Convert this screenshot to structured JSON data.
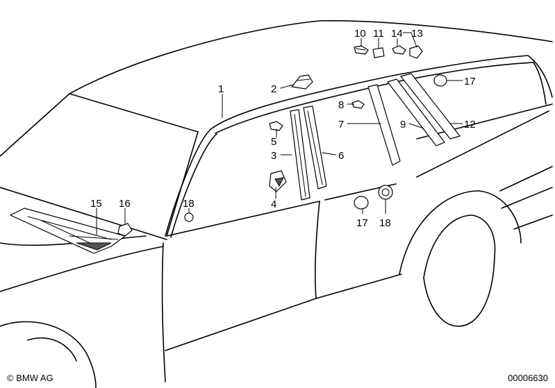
{
  "labels": {
    "l1": "1",
    "l2": "2",
    "l3": "3",
    "l4": "4",
    "l5": "5",
    "l6": "6",
    "l7": "7",
    "l8": "8",
    "l9": "9",
    "l10": "10",
    "l11": "11",
    "l12": "12",
    "l13": "13",
    "l14": "14",
    "l15": "15",
    "l16": "16",
    "l17a": "17",
    "l17b": "17",
    "l18a": "18",
    "l18b": "18"
  },
  "footer": {
    "copyright": "© BMW AG",
    "reference": "00006630"
  }
}
